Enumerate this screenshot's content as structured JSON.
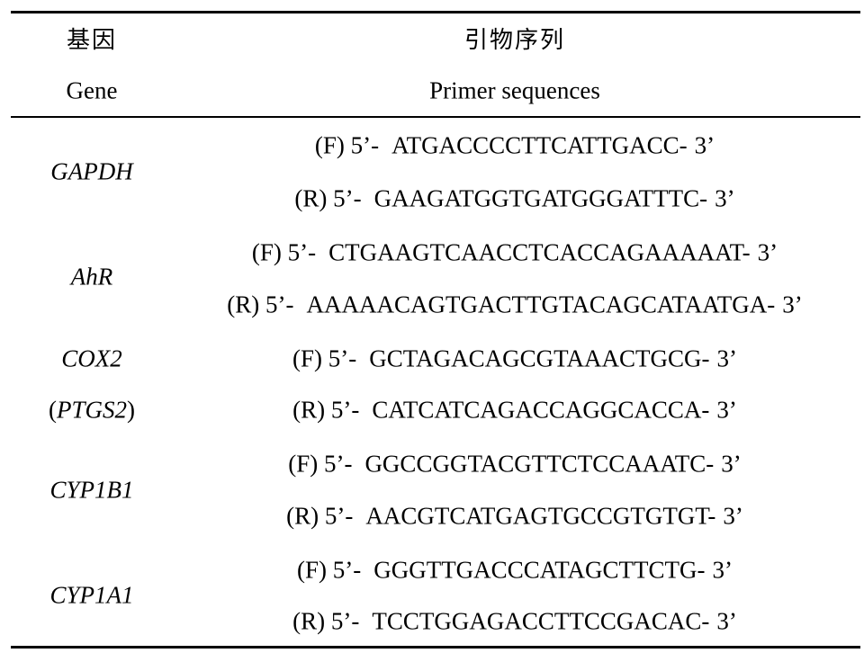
{
  "header": {
    "gene_cn": "基因",
    "gene_en": "Gene",
    "primer_cn": "引物序列",
    "primer_en": "Primer sequences"
  },
  "rows": [
    {
      "gene": "GAPDH",
      "forward": {
        "prefix": "(F) 5’-",
        "sequence": "ATGACCCCTTCATTGACC-",
        "suffix": "3’"
      },
      "reverse": {
        "prefix": "(R) 5’-",
        "sequence": "GAAGATGGTGATGGGATTTC-",
        "suffix": "3’"
      }
    },
    {
      "gene": "AhR",
      "forward": {
        "prefix": "(F) 5’-",
        "sequence": "CTGAAGTCAACCTCACCAGAAAAAT-",
        "suffix": "3’"
      },
      "reverse": {
        "prefix": "(R) 5’-",
        "sequence": "AAAAACAGTGACTTGTACAGCATAATGA-",
        "suffix": "3’"
      }
    },
    {
      "gene": "COX2",
      "gene_alias": {
        "open": "(",
        "name": "PTGS2",
        "close": ")"
      },
      "forward": {
        "prefix": "(F) 5’-",
        "sequence": "GCTAGACAGCGTAAACTGCG-",
        "suffix": "3’"
      },
      "reverse": {
        "prefix": "(R) 5’-",
        "sequence": "CATCATCAGACCAGGCACCA-",
        "suffix": "3’"
      }
    },
    {
      "gene": "CYP1B1",
      "forward": {
        "prefix": "(F) 5’-",
        "sequence": "GGCCGGTACGTTCTCCAAATC-",
        "suffix": "3’"
      },
      "reverse": {
        "prefix": "(R) 5’-",
        "sequence": "AACGTCATGAGTGCCGTGTGT-",
        "suffix": "3’"
      }
    },
    {
      "gene": "CYP1A1",
      "forward": {
        "prefix": "(F) 5’-",
        "sequence": "GGGTTGACCCATAGCTTCTG-",
        "suffix": "3’"
      },
      "reverse": {
        "prefix": "(R) 5’-",
        "sequence": "TCCTGGAGACCTTCCGACAC-",
        "suffix": "3’"
      }
    }
  ]
}
